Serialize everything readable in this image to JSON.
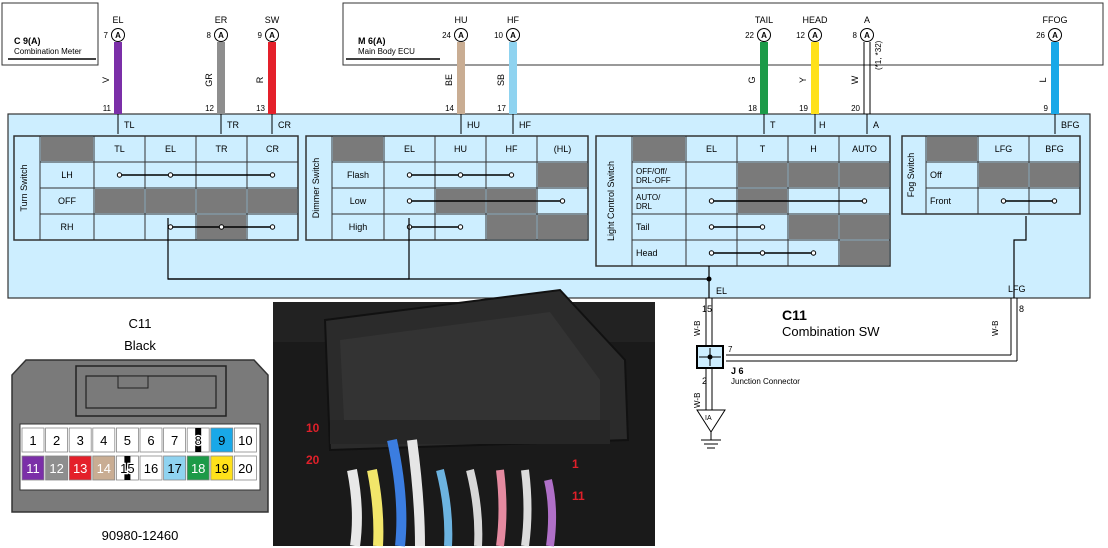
{
  "top_connectors": {
    "c9": {
      "id": "C 9(A)",
      "name": "Combination Meter"
    },
    "m6": {
      "id": "M 6(A)",
      "name": "Main Body ECU"
    }
  },
  "wires": [
    {
      "id": "el",
      "signal": "EL",
      "pin_top": "7",
      "pin_bottom": "11",
      "color": "V",
      "hex": "#7b2fa8",
      "box": "TL"
    },
    {
      "id": "er",
      "signal": "ER",
      "pin_top": "8",
      "pin_bottom": "12",
      "color": "GR",
      "hex": "#8e8e8e",
      "box": "TR"
    },
    {
      "id": "sw",
      "signal": "SW",
      "pin_top": "9",
      "pin_bottom": "13",
      "color": "R",
      "hex": "#e4202a",
      "box": "CR"
    },
    {
      "id": "hu",
      "signal": "HU",
      "pin_top": "24",
      "pin_bottom": "14",
      "color": "BE",
      "hex": "#c9ad93",
      "box": "HU"
    },
    {
      "id": "hf",
      "signal": "HF",
      "pin_top": "10",
      "pin_bottom": "17",
      "color": "SB",
      "hex": "#8fd3f0",
      "box": "HF"
    },
    {
      "id": "tail",
      "signal": "TAIL",
      "pin_top": "22",
      "pin_bottom": "18",
      "color": "G",
      "hex": "#1c9a48",
      "box": "T"
    },
    {
      "id": "head",
      "signal": "HEAD",
      "pin_top": "12",
      "pin_bottom": "19",
      "color": "Y",
      "hex": "#ffe11a",
      "box": "H"
    },
    {
      "id": "a",
      "signal": "A",
      "pin_top": "8",
      "pin_bottom": "20",
      "color": "W",
      "hex": "#ffffff",
      "box": "A",
      "note": "(*1, *32)"
    },
    {
      "id": "ffog",
      "signal": "FFOG",
      "pin_top": "26",
      "pin_bottom": "9",
      "color": "L",
      "hex": "#19a8e8",
      "box": "BFG"
    }
  ],
  "pin_marker": "A",
  "switches": {
    "turn": {
      "title": "Turn Switch",
      "cols": [
        "TL",
        "EL",
        "TR",
        "CR"
      ],
      "rows": [
        "LH",
        "OFF",
        "RH"
      ]
    },
    "dimmer": {
      "title": "Dimmer Switch",
      "cols": [
        "EL",
        "HU",
        "HF",
        "(HL)"
      ],
      "rows": [
        "Flash",
        "Low",
        "High"
      ]
    },
    "light": {
      "title": "Light Control Switch",
      "cols": [
        "EL",
        "T",
        "H",
        "AUTO"
      ],
      "rows": [
        "OFF/Off/ DRL-OFF",
        "AUTO/ DRL",
        "Tail",
        "Head"
      ]
    },
    "fog": {
      "title": "Fog Switch",
      "cols": [
        "LFG",
        "BFG"
      ],
      "rows": [
        "Off",
        "Front"
      ]
    }
  },
  "bottom_labels": {
    "el": "EL",
    "lfg": "LFG"
  },
  "connector": {
    "id": "C11",
    "name": "Combination SW"
  },
  "ground": {
    "wire_el": "W-B",
    "pin_el": "15",
    "wire_lfg": "W-B",
    "pin_lfg": "8",
    "jc_pin": "7",
    "jc_id": "J 6",
    "jc_name": "Junction Connector",
    "wire_out": "W-B",
    "pin_out": "2",
    "ground": "IA"
  },
  "face": {
    "id": "C11",
    "color": "Black",
    "part": "90980-12460",
    "pins": [
      {
        "n": "1",
        "fill": "#ffffff",
        "text": "#000000"
      },
      {
        "n": "2",
        "fill": "#ffffff",
        "text": "#000000"
      },
      {
        "n": "3",
        "fill": "#ffffff",
        "text": "#000000"
      },
      {
        "n": "4",
        "fill": "#ffffff",
        "text": "#000000"
      },
      {
        "n": "5",
        "fill": "#ffffff",
        "text": "#000000"
      },
      {
        "n": "6",
        "fill": "#ffffff",
        "text": "#000000"
      },
      {
        "n": "7",
        "fill": "#ffffff",
        "text": "#000000"
      },
      {
        "n": "8",
        "fill": "#ffffff",
        "text": "#000000",
        "stripe": "#000000"
      },
      {
        "n": "9",
        "fill": "#19a8e8",
        "text": "#000000"
      },
      {
        "n": "10",
        "fill": "#ffffff",
        "text": "#000000"
      },
      {
        "n": "11",
        "fill": "#7b2fa8",
        "text": "#ffffff"
      },
      {
        "n": "12",
        "fill": "#8e8e8e",
        "text": "#ffffff"
      },
      {
        "n": "13",
        "fill": "#e4202a",
        "text": "#ffffff"
      },
      {
        "n": "14",
        "fill": "#c9ad93",
        "text": "#ffffff"
      },
      {
        "n": "15",
        "fill": "#ffffff",
        "text": "#000000",
        "stripe": "#000000"
      },
      {
        "n": "16",
        "fill": "#ffffff",
        "text": "#000000"
      },
      {
        "n": "17",
        "fill": "#8fd3f0",
        "text": "#000000"
      },
      {
        "n": "18",
        "fill": "#1c9a48",
        "text": "#ffffff"
      },
      {
        "n": "19",
        "fill": "#ffe11a",
        "text": "#000000"
      },
      {
        "n": "20",
        "fill": "#ffffff",
        "text": "#000000"
      }
    ]
  },
  "photo_labels": {
    "p10": "10",
    "p20": "20",
    "p1": "1",
    "p11": "11"
  },
  "colors": {
    "panel": "#cdeeff",
    "shade": "#7a7a7a",
    "grid": "#333333"
  }
}
